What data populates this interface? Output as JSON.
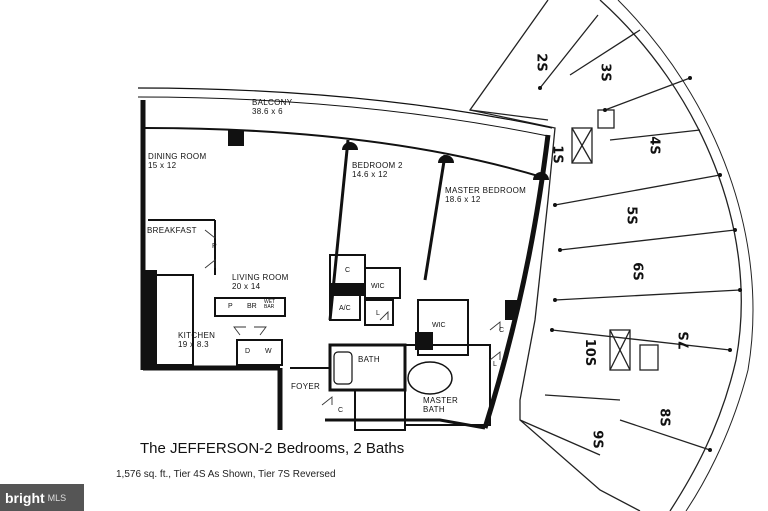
{
  "listing": {
    "title": "The JEFFERSON-2 Bedrooms, 2 Baths",
    "subtitle": "1,576 sq. ft., Tier 4S As Shown, Tier 7S Reversed"
  },
  "rooms": {
    "balcony": {
      "name": "BALCONY",
      "dims": "38.6 x 6"
    },
    "dining": {
      "name": "DINING ROOM",
      "dims": "15 x 12"
    },
    "bedroom2": {
      "name": "BEDROOM 2",
      "dims": "14.6 x 12"
    },
    "master_bedroom": {
      "name": "MASTER BEDROOM",
      "dims": "18.6 x 12"
    },
    "breakfast": {
      "name": "BREAKFAST"
    },
    "living": {
      "name": "LIVING ROOM",
      "dims": "20 x 14"
    },
    "kitchen": {
      "name": "KITCHEN",
      "dims": "19 x 8.3"
    },
    "bath": {
      "name": "BATH"
    },
    "master_bath": {
      "name": "MASTER BATH"
    },
    "foyer": {
      "name": "FOYER"
    }
  },
  "tags": {
    "p": "P",
    "c": "C",
    "l": "L",
    "wic": "WIC",
    "ac": "A/C",
    "br": "BR",
    "wetbar": "WET BAR",
    "d": "D",
    "w": "W"
  },
  "tiers": [
    "2S",
    "3S",
    "4S",
    "1S",
    "5S",
    "6S",
    "10S",
    "7S",
    "8S",
    "9S"
  ],
  "brand": {
    "name": "bright",
    "suffix": "MLS",
    "color": "#555555"
  }
}
